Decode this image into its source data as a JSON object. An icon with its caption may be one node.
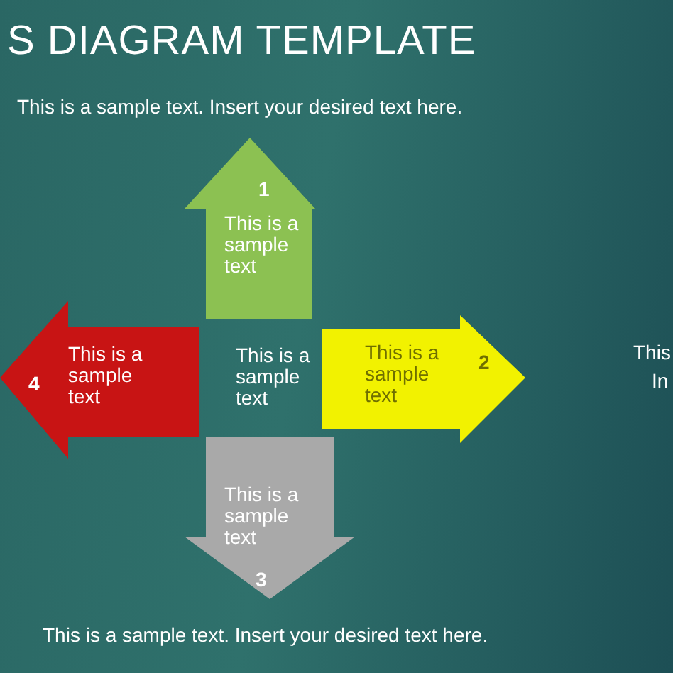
{
  "diagram": {
    "title": "S DIAGRAM TEMPLATE",
    "nodes": [
      {
        "text": [
          "1",
          "This is a sample text"
        ]
      },
      {
        "text": [
          "This is a sample text",
          "2"
        ]
      },
      {
        "text": [
          "This is a sample text",
          "3"
        ]
      },
      {
        "text": [
          "4",
          "This is a sample text"
        ]
      }
    ],
    "labels": [
      "This is a sample text. Insert your desired text here.",
      "This is a sample text",
      "This",
      "In",
      "This is a sample text. Insert your desired text here."
    ]
  }
}
